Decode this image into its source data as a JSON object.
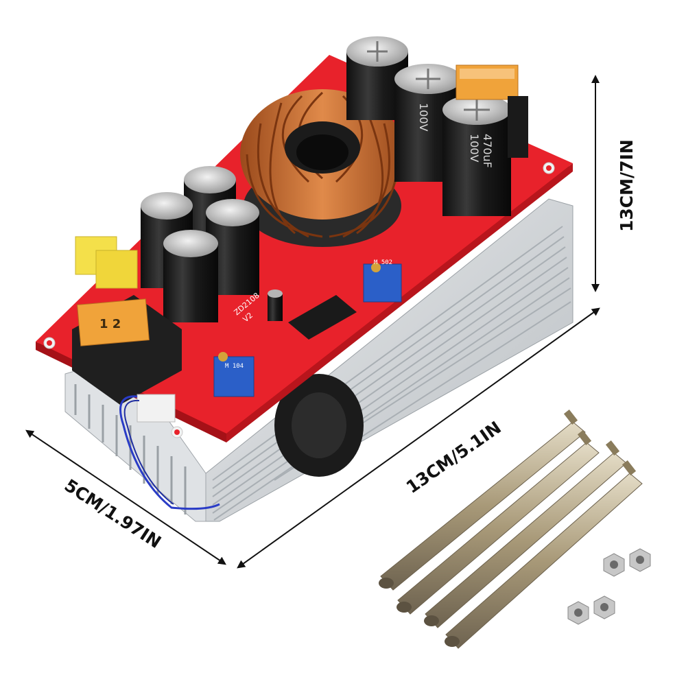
{
  "dimensions": {
    "height_label": "13CM/7IN",
    "length_label": "13CM/5.1IN",
    "width_label": "5CM/1.97IN"
  },
  "board_markings": {
    "capacitor_large": [
      "470uF",
      "100V"
    ],
    "pcb_code": [
      "ZD2108",
      "V2"
    ],
    "pot_1": "M 502",
    "pot_2": "M 104",
    "fuse_label": "1 2"
  },
  "colors": {
    "pcb": "#e8222b",
    "heatsink": "#cfd3d6",
    "copper": "#c8652a",
    "capacitor": "#1c1c1c",
    "standoff": "#b8aa8c"
  }
}
